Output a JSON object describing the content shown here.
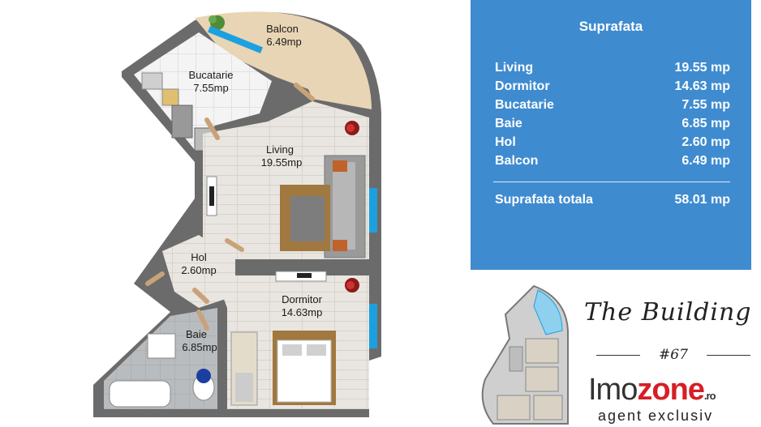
{
  "rooms": {
    "balcon": {
      "name": "Balcon",
      "area": "6.49mp"
    },
    "bucatarie": {
      "name": "Bucatarie",
      "area": "7.55mp"
    },
    "living": {
      "name": "Living",
      "area": "19.55mp"
    },
    "hol": {
      "name": "Hol",
      "area": "2.60mp"
    },
    "dormitor": {
      "name": "Dormitor",
      "area": "14.63mp"
    },
    "baie": {
      "name": "Baie",
      "area": "6.85mp"
    }
  },
  "summary": {
    "title": "Suprafata",
    "rows": [
      {
        "name": "Living",
        "value": "19.55 mp"
      },
      {
        "name": "Dormitor",
        "value": "14.63 mp"
      },
      {
        "name": "Bucatarie",
        "value": "7.55 mp"
      },
      {
        "name": "Baie",
        "value": "6.85 mp"
      },
      {
        "name": "Hol",
        "value": "2.60 mp"
      },
      {
        "name": "Balcon",
        "value": "6.49 mp"
      }
    ],
    "total": {
      "name": "Suprafata totala",
      "value": "58.01 mp"
    }
  },
  "branding": {
    "building_name": "The Building",
    "building_number": "#67",
    "brand_part1": "Imo",
    "brand_part2": "zone",
    "brand_suffix": ".ro",
    "tagline": "agent exclusiv"
  },
  "colors": {
    "panel": "#3f8bd0",
    "wall": "#6b6b6b",
    "floor": "#e9e6e1",
    "balcony": "#e8d5b5",
    "window": "#1ca0e0",
    "brand_red": "#d61f26"
  }
}
